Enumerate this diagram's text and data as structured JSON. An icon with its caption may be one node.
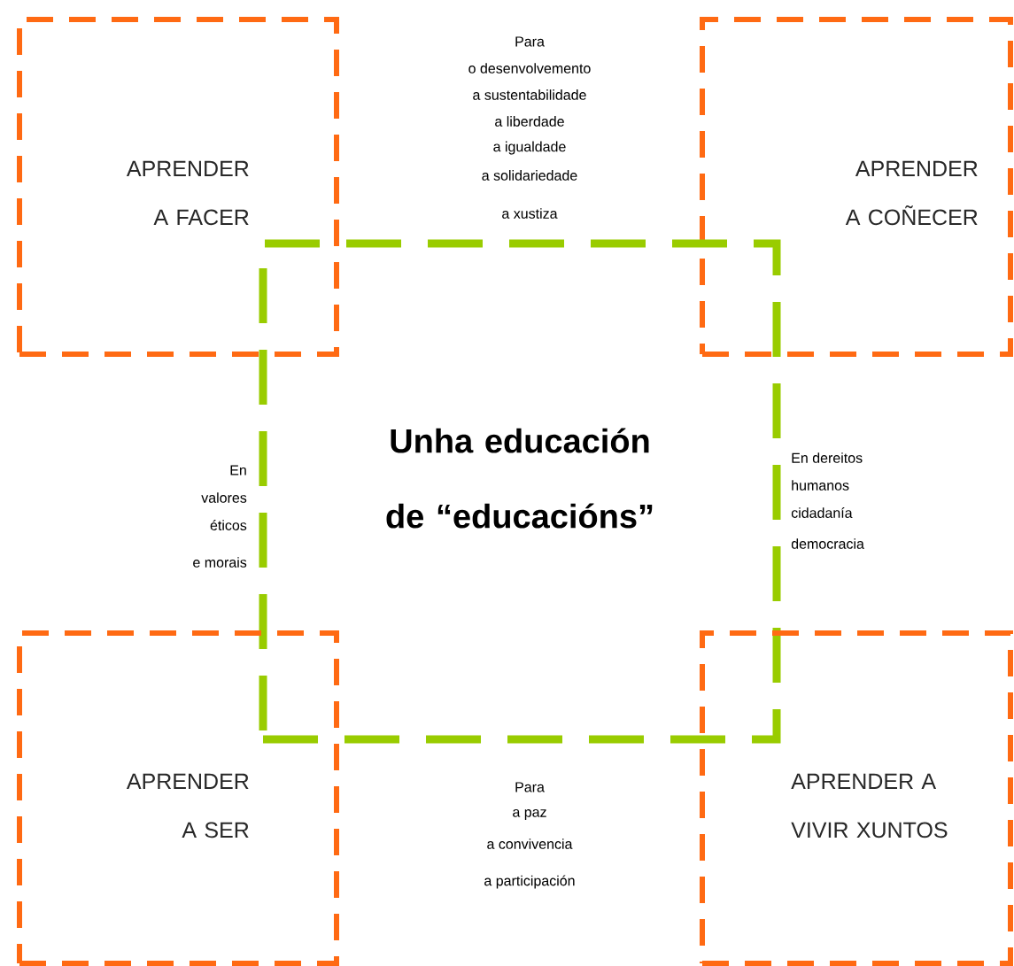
{
  "diagram": {
    "nodes": [
      {
        "text": [
          "APRENDER A FACER"
        ]
      },
      {
        "text": [
          "APRENDER A COÑECER"
        ]
      },
      {
        "text": [
          "Unha educación de “educacións”"
        ]
      },
      {
        "text": [
          "APRENDER A SER"
        ]
      },
      {
        "text": [
          "APRENDER A VIVIR XUNTOS"
        ]
      }
    ],
    "labels": [
      "Para",
      "o desenvolvemento",
      "a sustentabilidade",
      "a liberdade",
      "a igualdade",
      "a solidariedade",
      "a xustiza",
      "En",
      "valores",
      "éticos",
      "e morais",
      "En dereitos",
      "humanos",
      "cidadanía",
      "democracia",
      "Para",
      "a paz",
      "a convivencia",
      "a participación"
    ]
  }
}
